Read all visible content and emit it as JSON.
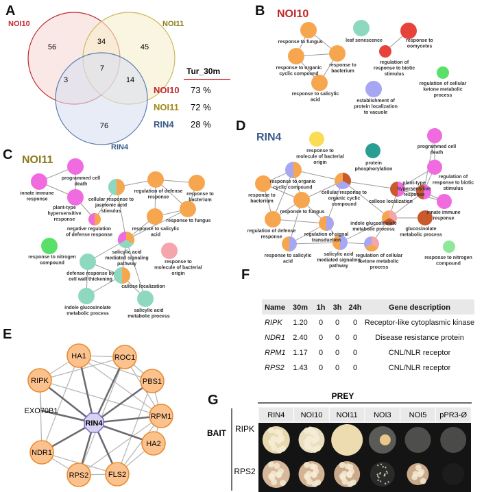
{
  "panels": {
    "a": "A",
    "b": "B",
    "c": "C",
    "d": "D",
    "e": "E",
    "f": "F",
    "g": "G"
  },
  "colors": {
    "noi10": "#c0282e",
    "noi11": "#8a7a1a",
    "rin4": "#3b5a8a",
    "orange": "#f7a650",
    "teal": "#8fd8c0",
    "magenta": "#f06be0",
    "red": "#e8433a",
    "green": "#58e06a",
    "lavender": "#a7a6f2",
    "yellow": "#fcdb55",
    "darkteal": "#2a9e93",
    "pink": "#f4a6ac",
    "brown": "#c95a2e",
    "lightgreen": "#8fe89a"
  },
  "venn": {
    "sets": [
      "NOI10",
      "NOI11",
      "RIN4"
    ],
    "counts": {
      "noi10_only": "56",
      "noi10_noi11": "34",
      "noi11_only": "45",
      "all": "7",
      "noi10_rin4": "3",
      "noi11_rin4": "14",
      "rin4_only": "76"
    },
    "table_header": "Tur_30m",
    "rows": [
      {
        "name": "NOI10",
        "value": "73 %"
      },
      {
        "name": "NOI11",
        "value": "72 %"
      },
      {
        "name": "RIN4",
        "value": "28 %"
      }
    ]
  },
  "go_b": {
    "title": "NOI10",
    "labels": [
      "response to fungus",
      "leaf senescence",
      "response to\noomycetes",
      "response to organic\ncyclic compound",
      "response to\nbacterium",
      "regulation of\nresponse to biotic\nstimulus",
      "regulation of cellular\nketone metabolic\nprocess",
      "response to salicylic\nacid",
      "establishment of\nprotein localization\nto vacuole"
    ]
  },
  "go_c": {
    "title": "NOI11",
    "labels": [
      "programmed cell\ndeath",
      "innate immune\nresponse",
      "plant-type\nhypersensitive\nresponse",
      "regulation of defense\nresponse",
      "response to\nbacterium",
      "cellular response to\njasmonic acid\nstimulus",
      "negative regulation\nof defense response",
      "response to fungus",
      "response to salicylic\nacid",
      "response to nitrogen\ncompound",
      "salicylic acid\nmediated signaling\npathway",
      "response to\nmolecule of bacterial\norigin",
      "defense response by\ncell wall thickening",
      "callose localization",
      "indole glucosinolate\nmetabolic process",
      "salicylic acid\nmetabolic process"
    ]
  },
  "go_d": {
    "title": "RIN4",
    "labels": [
      "response to\nmolecule of bacterial\norigin",
      "programmed cell\ndeath",
      "protein\nphosphorylation",
      "response to organic\ncyclic compound",
      "response to\nbacterium",
      "cellular response to\norganic cyclic\ncompound",
      "plant-type\nhypersensitive\nresponse",
      "regulation of\nresponse to biotic\nstimulus",
      "callose localization",
      "response to fungus",
      "regulation of defense\nresponse",
      "indole glucosinolate\nmetabolic process",
      "glucosinolate\nmetabolic process",
      "innate immune\nresponse",
      "regulation of signal\ntransduction",
      "response to salicylic\nacid",
      "salicylic acid\nmediated signaling\npathway",
      "regulation of cellular\nketone metabolic\nprocess",
      "response to nitrogen\ncompound"
    ]
  },
  "network": {
    "center": "RIN4",
    "nodes": [
      "HA1",
      "ROC1",
      "PBS1",
      "RIPK",
      "RPM1",
      "EXO70B1",
      "HA2",
      "NDR1",
      "FLS2",
      "RPS2"
    ]
  },
  "table_f": {
    "headers": [
      "Name",
      "30m",
      "1h",
      "3h",
      "24h",
      "Gene description"
    ],
    "rows": [
      [
        "RIPK",
        "1.20",
        "0",
        "0",
        "0",
        "Receptor-like cytoplasmic kinase"
      ],
      [
        "NDR1",
        "2.40",
        "0",
        "0",
        "0",
        "Disease resistance protein"
      ],
      [
        "RPM1",
        "1.17",
        "0",
        "0",
        "0",
        "CNL/NLR receptor"
      ],
      [
        "RPS2",
        "1.43",
        "0",
        "0",
        "0",
        "CNL/NLR receptor"
      ]
    ]
  },
  "y2h": {
    "prey_label": "PREY",
    "bait_label": "BAIT",
    "prey": [
      "RIN4",
      "NOI10",
      "NOI11",
      "NOI3",
      "NOI5",
      "pPR3-Ø"
    ],
    "bait": [
      "RIPK",
      "RPS2"
    ]
  }
}
